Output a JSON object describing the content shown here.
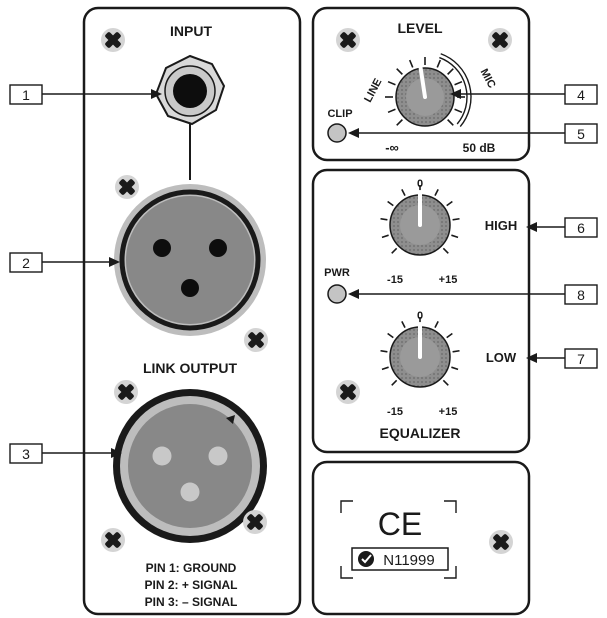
{
  "input_panel": {
    "input_label": "INPUT",
    "link_output_label": "LINK OUTPUT",
    "pin_legend": [
      "PIN 1: GROUND",
      "PIN 2: + SIGNAL",
      "PIN 3: – SIGNAL"
    ]
  },
  "level_panel": {
    "title": "LEVEL",
    "line_label": "LINE",
    "mic_label": "MIC",
    "min_label": "-∞",
    "max_label": "50 dB",
    "clip_label": "CLIP"
  },
  "eq_panel": {
    "title": "EQUALIZER",
    "high_label": "HIGH",
    "low_label": "LOW",
    "pwr_label": "PWR",
    "high_knob": {
      "center": "0",
      "min": "-15",
      "max": "+15"
    },
    "low_knob": {
      "center": "0",
      "min": "-15",
      "max": "+15"
    }
  },
  "cert_panel": {
    "ce_mark": "CE",
    "certification_code": "N11999"
  },
  "callouts": [
    "1",
    "2",
    "3",
    "4",
    "5",
    "6",
    "8",
    "7"
  ],
  "colors": {
    "outline": "#1a1a1a",
    "connector_gray": "#bdbdbd",
    "insert_gray": "#888888",
    "knob_gray": "#8e8e8e",
    "led_gray": "#c4c4c4"
  },
  "icons": [
    "screw-icon",
    "jack-icon",
    "xlr-female-icon",
    "xlr-male-icon",
    "knob-icon",
    "led-icon",
    "ce-mark-icon"
  ]
}
